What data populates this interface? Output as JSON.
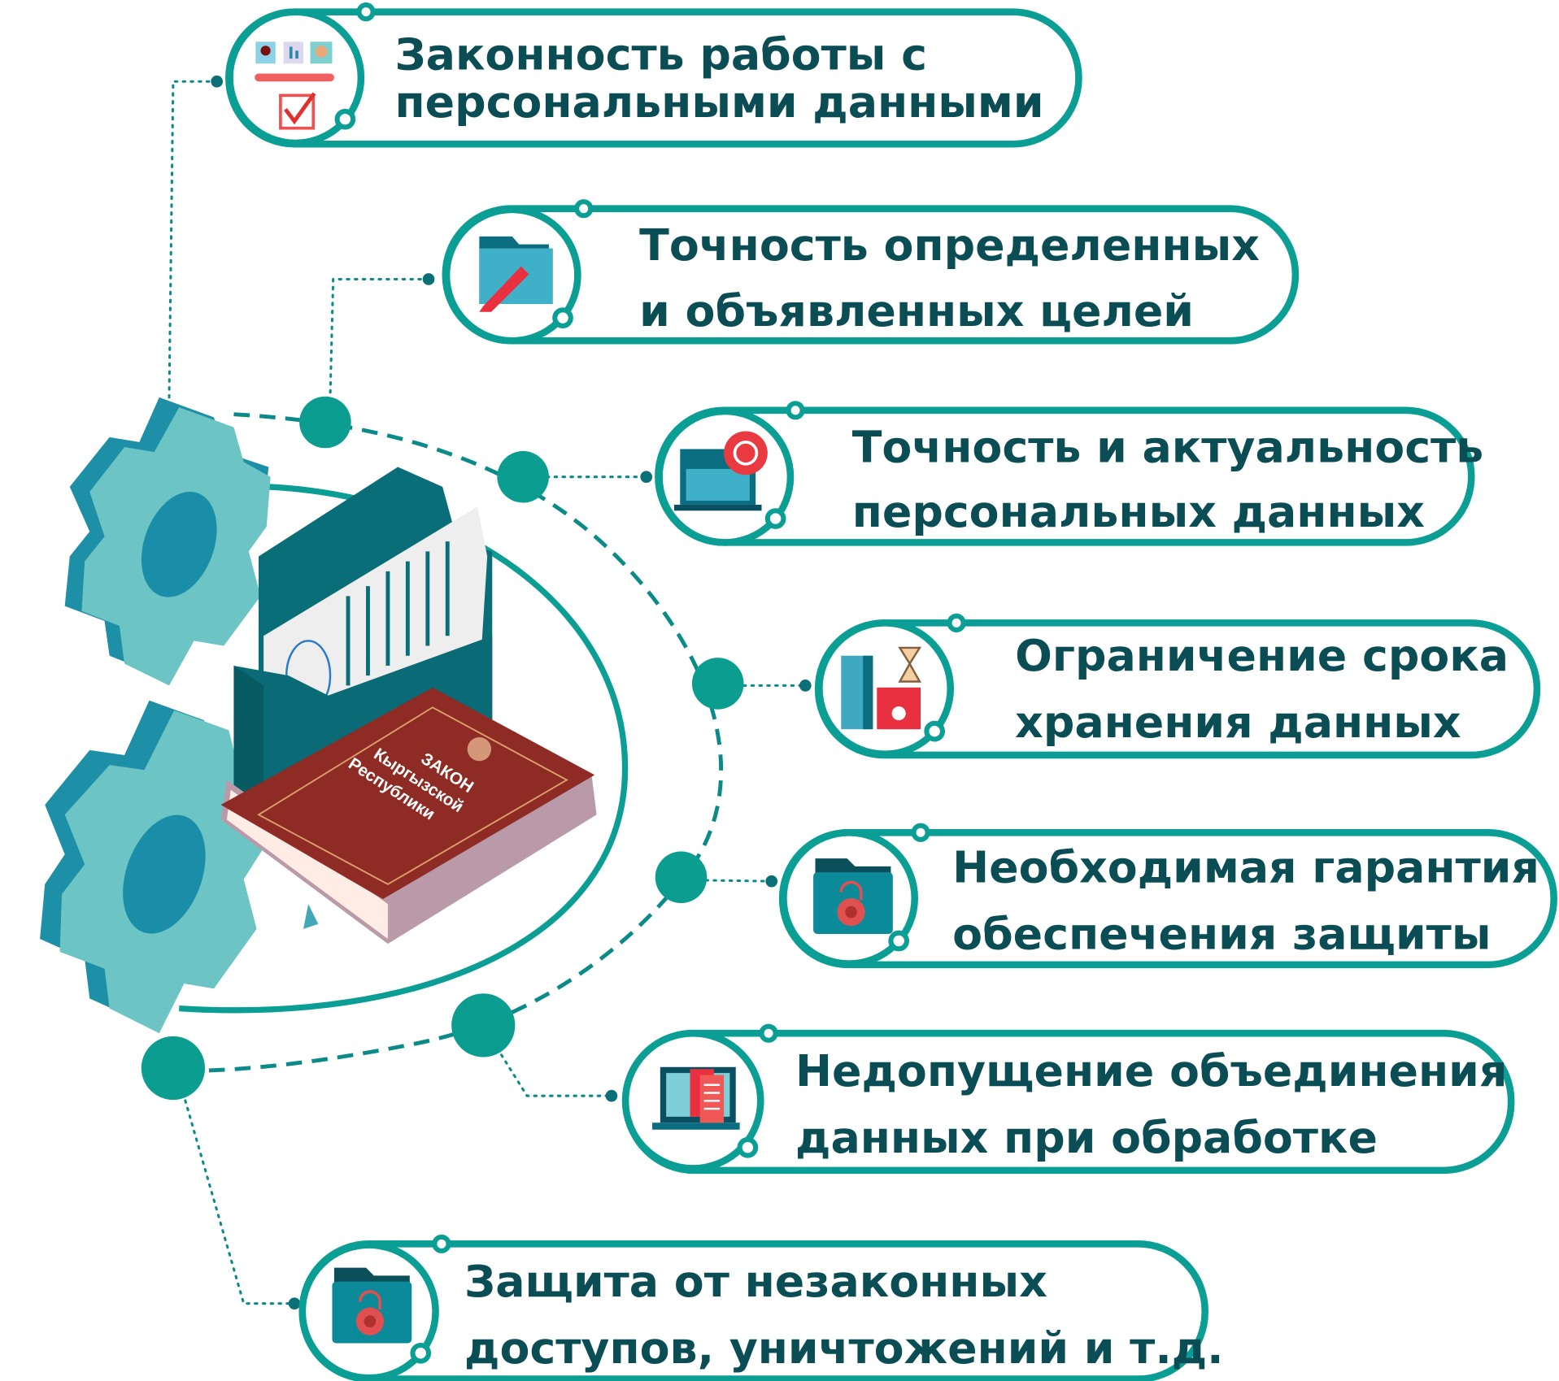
{
  "book": {
    "line1": "ЗАКОН",
    "line2": "Кыргызской",
    "line3": "Республики"
  },
  "principles": [
    {
      "line1": "Законность работы с",
      "line2": "персональными данными",
      "icon": "checklist-icon"
    },
    {
      "line1": "Точность определенных",
      "line2": "и объявленных целей",
      "icon": "folder-pencil-icon"
    },
    {
      "line1": "Точность и актуальность",
      "line2": "персональных данных",
      "icon": "laptop-refresh-icon"
    },
    {
      "line1": "Ограничение срока",
      "line2": "хранения данных",
      "icon": "hourglass-floppy-icon"
    },
    {
      "line1": "Необходимая гарантия",
      "line2": "обеспечения защиты",
      "icon": "folder-lock-icon"
    },
    {
      "line1": "Недопущение объединения",
      "line2": "данных при обработке",
      "icon": "monitor-documents-icon"
    },
    {
      "line1": "Защита от незаконных",
      "line2": "доступов, уничтожений и т.д.",
      "icon": "folder-lock-icon"
    }
  ],
  "colors": {
    "accent": "#0a9e94",
    "text": "#0b4d55",
    "book": "#8e2b24"
  }
}
